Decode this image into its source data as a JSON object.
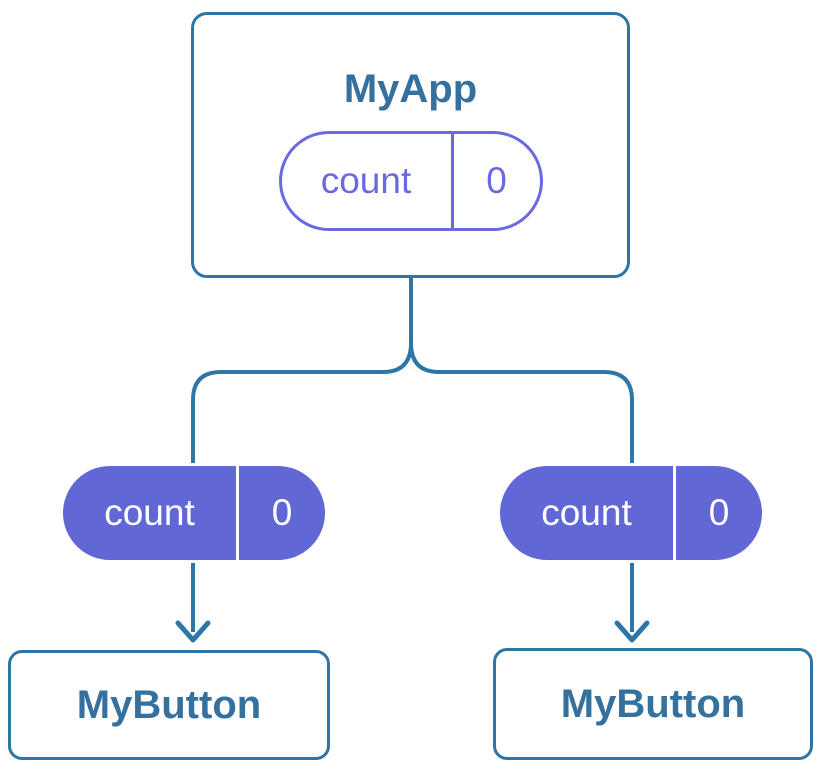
{
  "colors": {
    "page-bg": "#FFFFFF",
    "card-bg": "#FFFFFF",
    "card-border": "#2E74A6",
    "line": "#2E75A8",
    "title": "#35719E",
    "pill-fill": "#6168D6",
    "pill-fill-text": "#FFFFFF",
    "pill-divider-fill": "#FFFFFF",
    "pill-outline": "#6A6ADE",
    "pill-outline-text": "#6A6ADE"
  },
  "diagram": {
    "root": {
      "title": "MyApp",
      "state_pill": {
        "label": "count",
        "value": "0"
      }
    },
    "children": [
      {
        "title": "MyButton",
        "prop_pill": {
          "label": "count",
          "value": "0"
        }
      },
      {
        "title": "MyButton",
        "prop_pill": {
          "label": "count",
          "value": "0"
        }
      }
    ]
  }
}
